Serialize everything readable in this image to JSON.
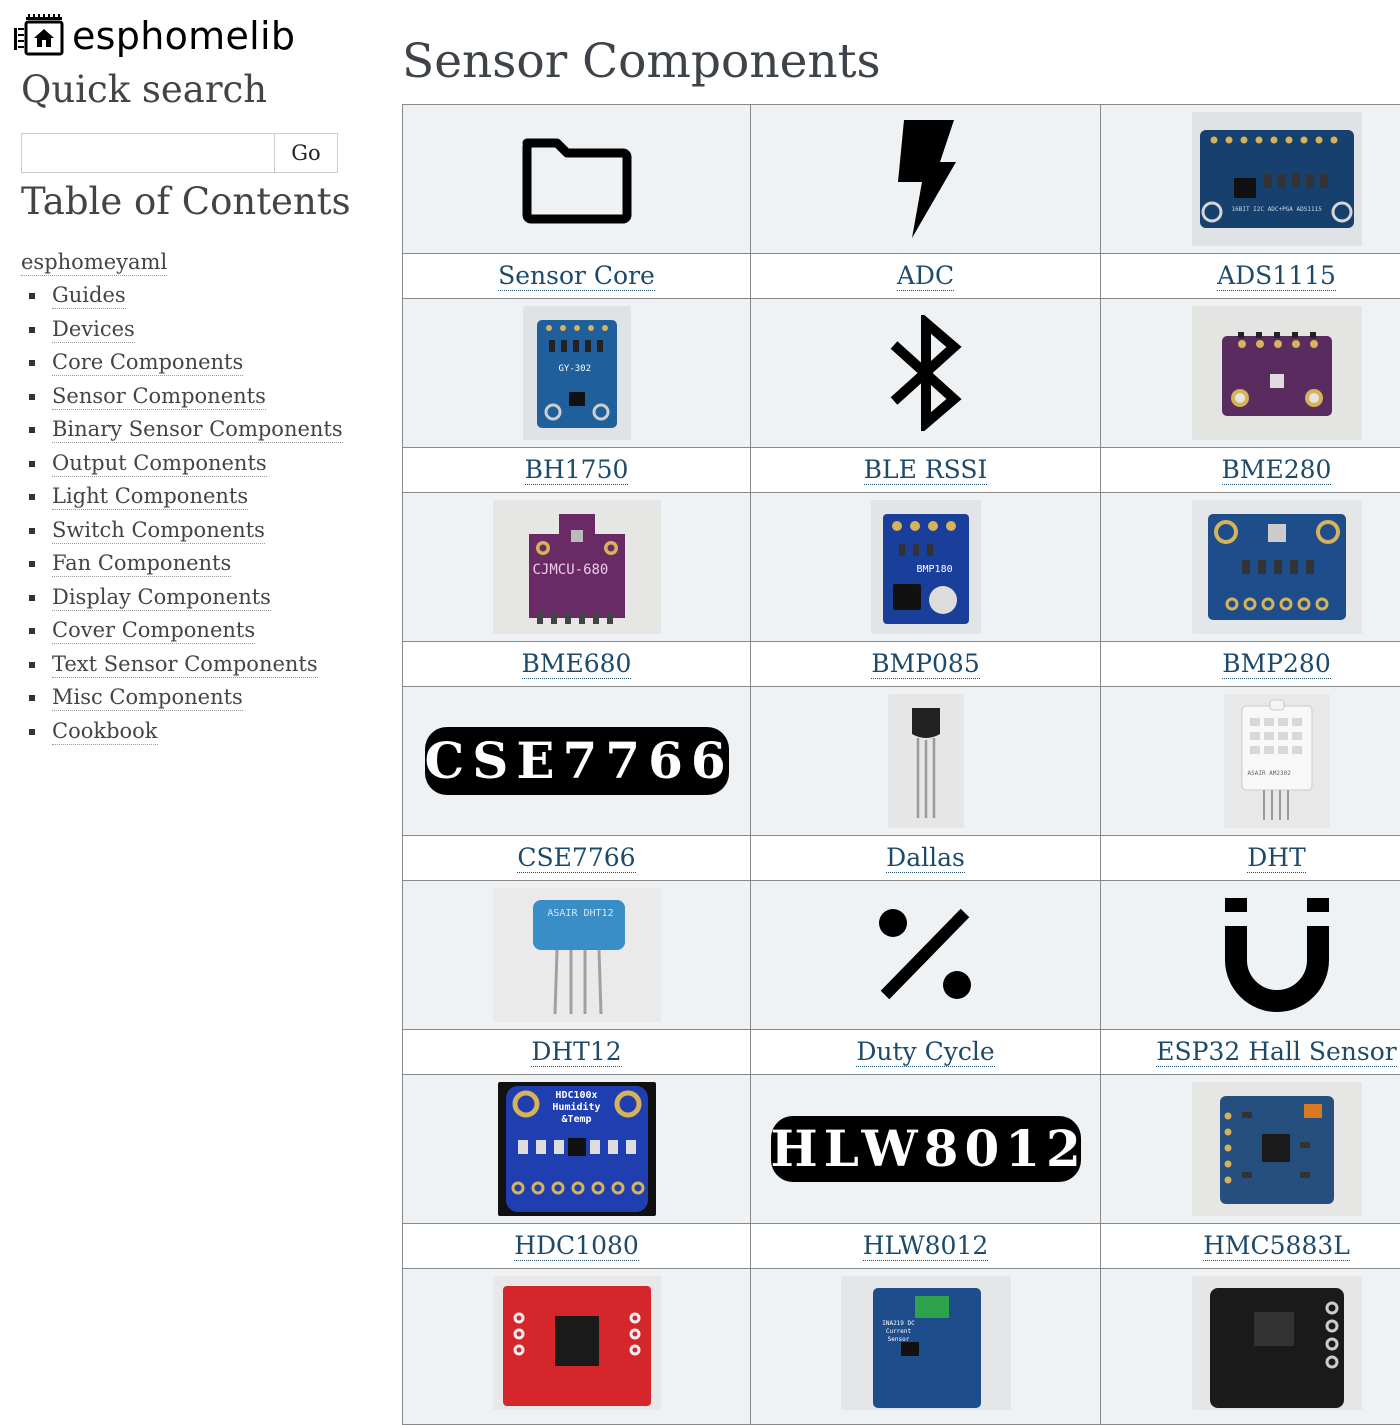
{
  "sidebar": {
    "logo_text": "esphomelib",
    "quick_search_heading": "Quick search",
    "search": {
      "value": "",
      "go_label": "Go"
    },
    "toc_heading": "Table of Contents",
    "toc_root": "esphomeyaml",
    "toc_items": [
      "Guides",
      "Devices",
      "Core Components",
      "Sensor Components",
      "Binary Sensor Components",
      "Output Components",
      "Light Components",
      "Switch Components",
      "Fan Components",
      "Display Components",
      "Cover Components",
      "Text Sensor Components",
      "Misc Components",
      "Cookbook"
    ]
  },
  "main": {
    "title": "Sensor Components",
    "components": [
      {
        "label": "Sensor Core",
        "icon": "folder-icon"
      },
      {
        "label": "ADC",
        "icon": "lightning-icon"
      },
      {
        "label": "ADS1115",
        "icon": "ads1115-board-photo",
        "board_text": "16BIT I2C ADC+PGA ADS1115"
      },
      {
        "label": "BH1750",
        "icon": "bh1750-board-photo",
        "board_text": "GY-302"
      },
      {
        "label": "BLE RSSI",
        "icon": "bluetooth-icon"
      },
      {
        "label": "BME280",
        "icon": "bme280-board-photo"
      },
      {
        "label": "BME680",
        "icon": "bme680-board-photo",
        "board_text": "CJMCU-680"
      },
      {
        "label": "BMP085",
        "icon": "bmp085-board-photo",
        "board_text": "BMP180"
      },
      {
        "label": "BMP280",
        "icon": "bmp280-board-photo"
      },
      {
        "label": "CSE7766",
        "icon": "cse7766-text-badge",
        "badge_text": "CSE7766"
      },
      {
        "label": "Dallas",
        "icon": "dallas-sensor-photo"
      },
      {
        "label": "DHT",
        "icon": "dht-sensor-photo",
        "board_text": "ASAIR AM2302"
      },
      {
        "label": "DHT12",
        "icon": "dht12-sensor-photo",
        "board_text": "ASAIR DHT12"
      },
      {
        "label": "Duty Cycle",
        "icon": "percent-icon"
      },
      {
        "label": "ESP32 Hall Sensor",
        "icon": "magnet-icon"
      },
      {
        "label": "HDC1080",
        "icon": "hdc1080-board-photo",
        "board_text": "HDC100x Humidity &Temp"
      },
      {
        "label": "HLW8012",
        "icon": "hlw8012-text-badge",
        "badge_text": "HLW8012"
      },
      {
        "label": "HMC5883L",
        "icon": "hmc5883l-board-photo"
      },
      {
        "label": "",
        "icon": "hx711-board-photo"
      },
      {
        "label": "",
        "icon": "ina219-board-photo",
        "board_text": "INA219 DC Current Sensor"
      },
      {
        "label": "",
        "icon": "ina3221-board-photo"
      }
    ]
  }
}
